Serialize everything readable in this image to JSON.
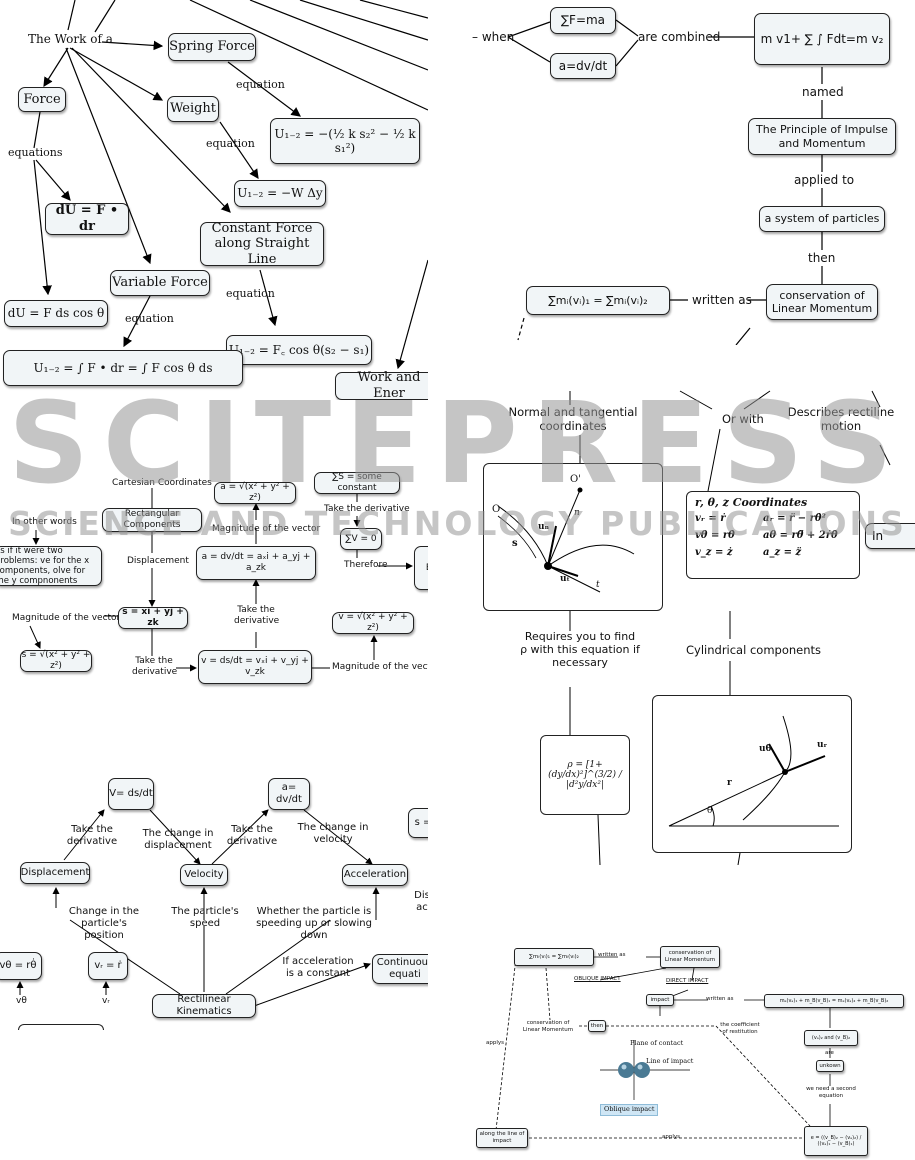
{
  "panel1": {
    "work_of_a": "The Work of a",
    "spring_force": "Spring Force",
    "weight": "Weight",
    "force": "Force",
    "equations": "equations",
    "equation_spring": "equation",
    "equation_weight": "equation",
    "equation_const": "equation",
    "equation_var": "equation",
    "spring_eq": "U₁₋₂ = −(½ k s₂² − ½ k s₁²)",
    "weight_eq": "U₁₋₂ = −W Δy",
    "du_eq": "dU = F • dr",
    "constant_force": "Constant Force along Straight Line",
    "variable_force": "Variable Force",
    "du_cos": "dU = F ds cos θ",
    "const_eq": "U₁₋₂ = F꜀ cos θ(s₂ − s₁)",
    "var_eq": "U₁₋₂ = ∫ F • dr = ∫ F cos θ ds",
    "work_energy": "Work and Ener"
  },
  "panel2": {
    "sum_f": "∑F=ma",
    "a_eq": "a=dv/dt",
    "when": "– when",
    "combined": "are combined",
    "impulse_eq": "m v1+ ∑ ∫ Fdt=m v₂",
    "named": "named",
    "principle": "The Principle of Impulse and Momentum",
    "applied_to": "applied to",
    "system": "a system of particles",
    "then": "then",
    "conservation": "conservation of Linear Momentum",
    "written_as": "written as",
    "momentum_eq": "∑mᵢ(vᵢ)₁ = ∑mᵢ(vᵢ)₂"
  },
  "panel3": {
    "cartesian": "Cartesian Coordinates",
    "in_other_words": "In other words",
    "two_problems": "as if it were two problems: ve for the x components, olve for the y compnonents",
    "rect_comp": "Rectangular Components",
    "displacement": "Displacement",
    "a_mag": "a = √(x² + y² + z²)",
    "mag_vector_top": "Magnitude of the vector",
    "a_eq": "a = dv/dt = aₓi + a_yj + a_zk",
    "take_deriv_mid": "Take the derivative",
    "sum_s": "∑S = some constant",
    "take_deriv_right": "Take the derivative",
    "sum_v": "∑V = 0",
    "therefore": "Therefore",
    "b_clip": "B",
    "mag_vector_left": "Magnitude of the vector",
    "s_eq": "s = xi + yj + zk",
    "s_mag": "s = √(x² + y² + z²)",
    "take_deriv_bottom": "Take the derivative",
    "v_eq": "v = ds/dt = vₓi + v_yj + v_zk",
    "mag_vector_bottom": "Magnitude of the vector",
    "v_mag": "v = √(x² + y² + z²)"
  },
  "panel4": {
    "v_ds": "V= ds/dt",
    "a_dv": "a= dv/dt",
    "s_clip": "s =",
    "take_deriv_left": "Take the derivative",
    "change_disp": "The change in displacement",
    "take_deriv_right": "Take the derivative",
    "change_vel": "The change in velocity",
    "displacement": "Displacement",
    "velocity": "Velocity",
    "acceleration": "Acceleration",
    "dis_clip": "Dis ac",
    "change_pos": "Change in the particle's position",
    "speed": "The particle's speed",
    "speeding": "Whether the particle is speeding up or slowing down",
    "if_const": "If acceleration is a constant",
    "continuous": "Continuous equati",
    "v_theta": "vθ = rθ̇",
    "v_r": "vᵣ = ṙ",
    "vtheta_lbl": "vθ",
    "vr_lbl": "vᵣ",
    "rectilinear": "Rectilinear Kinematics"
  },
  "panel5": {
    "normal_tang": "Normal and tangential coordinates",
    "or_with": "Or with",
    "describes": "Describes rectiline motion",
    "in_clip": "In",
    "coords_title": "r, θ, z Coordinates",
    "vr": "vᵣ = ṙ",
    "ar": "aᵣ = r̈ − rθ̇²",
    "vth": "vθ = rθ̇",
    "ath": "aθ = rθ̈ + 2ṙθ̇",
    "vz": "v_z = ż",
    "az": "a_z = z̈",
    "requires": "Requires you to find ρ with this equation if necessary",
    "cylindrical": "Cylindrical components",
    "rho_eq": "ρ = [1+(dy/dx)²]^(3/2) / |d²y/dx²|",
    "fig_o": "O",
    "fig_op": "O'",
    "fig_s": "s",
    "fig_ut": "uₜ",
    "fig_un": "uₙ",
    "fig_n": "n",
    "fig_t": "t",
    "fig2_theta": "θ",
    "fig2_r": "r",
    "fig2_ur": "uᵣ",
    "fig2_uth": "uθ"
  },
  "panel6": {
    "mom_eq": "∑mᵢ(vᵢ)₁ = ∑mᵢ(vᵢ)₂",
    "written_as": "written as",
    "conservation": "conservation of Linear Momentum",
    "oblique": "OBLIQUE IMPACT",
    "direct": "DIRECT IMPACT",
    "impact": "impact",
    "written_as2": "written as",
    "impact_eq": "mₐ(vₐ)₁ + m_B(v_B)₁ = mₐ(vₐ)₂ + m_B(v_B)₂",
    "applys": "applys",
    "cons_small": "conservation of Linear Momentum",
    "then": "then",
    "coeff": "the coefficient of restitution",
    "plane_contact": "Plane of contact",
    "line_impact": "Line of impact",
    "oblique_impact": "Oblique impact",
    "va_vb": "(vₐ)₂ and (v_B)₂",
    "are": "are",
    "unknown": "unkown",
    "second_eq": "we need a second equation",
    "along_line": "along the line of impact",
    "applys2": "applys",
    "e_eq": "e = ((v_B)₂ − (vₐ)₂) / ((vₐ)₁ − (v_B)₁)"
  },
  "watermark": {
    "big": "SCITEPRESS",
    "small": "SCIENCE AND TECHNOLOGY PUBLICATIONS"
  }
}
